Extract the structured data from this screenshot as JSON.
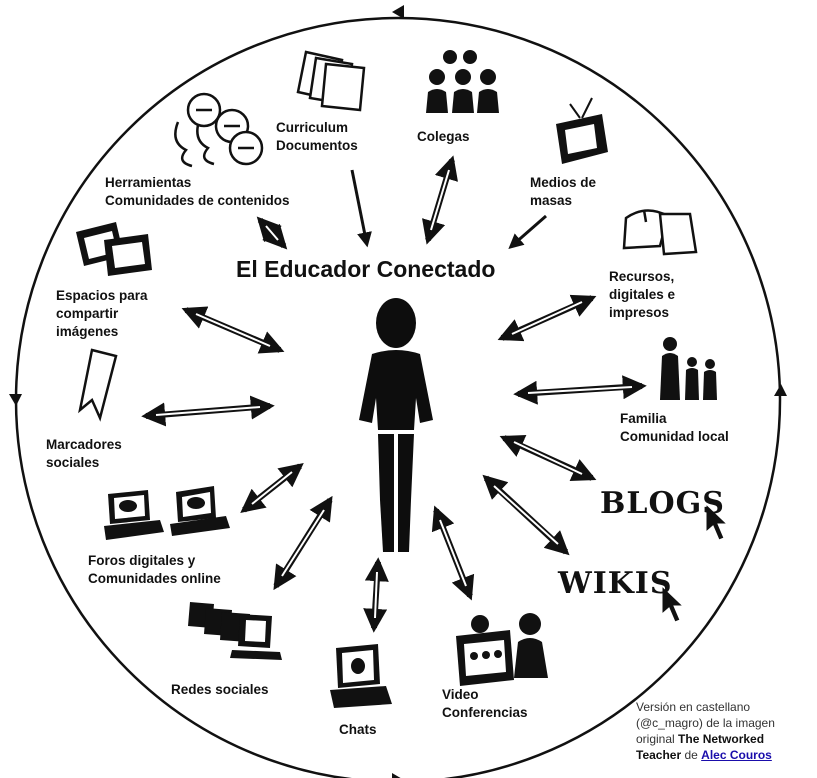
{
  "title": "El Educador Conectado",
  "labels": {
    "curriculum": [
      "Curriculum",
      "Documentos"
    ],
    "colegas": [
      "Colegas"
    ],
    "medios": [
      "Medios de",
      "masas"
    ],
    "herramientas": [
      "Herramientas",
      "Comunidades de contenidos"
    ],
    "recursos": [
      "Recursos,",
      "digitales e",
      "impresos"
    ],
    "espacios": [
      "Espacios para",
      "compartir",
      "imágenes"
    ],
    "familia": [
      "Familia",
      "Comunidad local"
    ],
    "marcadores": [
      "Marcadores",
      "sociales"
    ],
    "foros": [
      "Foros digitales y",
      "Comunidades online"
    ],
    "redes": [
      "Redes sociales"
    ],
    "chats": [
      "Chats"
    ],
    "video": [
      "Video",
      "Conferencias"
    ]
  },
  "blogs": "BLOGS",
  "wikis": "WIKIS",
  "credit": {
    "line1": "Versión en castellano",
    "line2": "(@c_magro) de la imagen",
    "line3_pre": "original ",
    "line3_bold": "The Networked",
    "line4_bold": "Teacher",
    "line4_mid": " de ",
    "line4_link": "Alec Couros"
  }
}
